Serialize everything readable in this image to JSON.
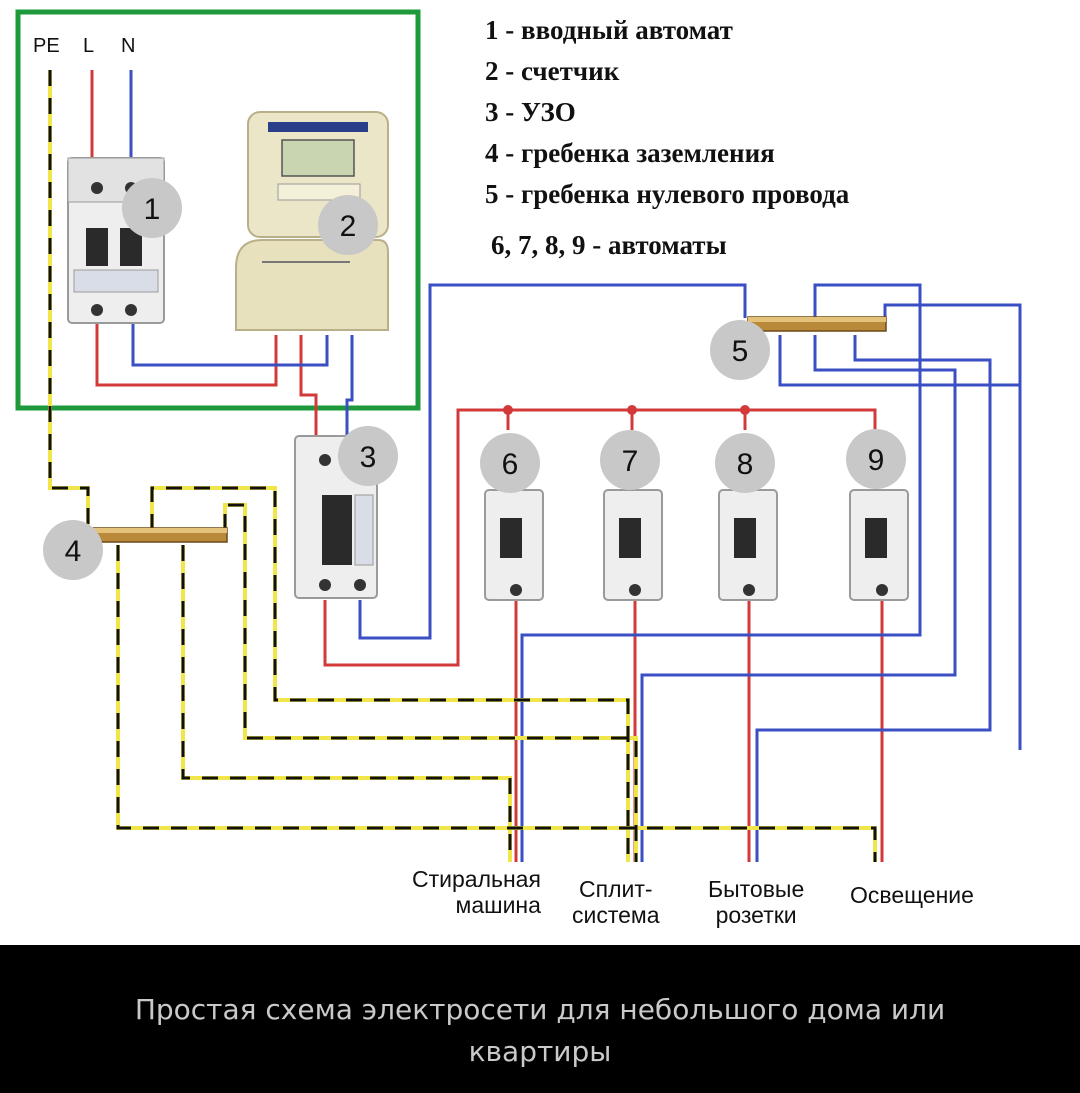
{
  "colors": {
    "enclosure": "#1e9a3c",
    "phase_wire": "#d23a3a",
    "neutral_wire": "#3a4fc4",
    "ground_wire": "#f0e64a",
    "badge": "#c8c8c8",
    "caption_bg": "#000000",
    "caption_text": "#c9c9c9"
  },
  "terminals": [
    "PE",
    "L",
    "N"
  ],
  "legend": [
    "1 - вводный автомат",
    "2 - счетчик",
    "3 - УЗО",
    "4 - гребенка заземления",
    "5 - гребенка нулевого провода",
    "6, 7, 8, 9 - автоматы"
  ],
  "badges": [
    "1",
    "2",
    "3",
    "4",
    "5",
    "6",
    "7",
    "8",
    "9"
  ],
  "loads": [
    {
      "line1": "Стиральная",
      "line2": "машина"
    },
    {
      "line1": "Сплит-",
      "line2": "система"
    },
    {
      "line1": "Бытовые",
      "line2": "розетки"
    },
    {
      "line1": "Освещение",
      "line2": ""
    }
  ],
  "caption": {
    "line1": "Простая схема электросети для небольшого дома или",
    "line2": "квартиры"
  }
}
